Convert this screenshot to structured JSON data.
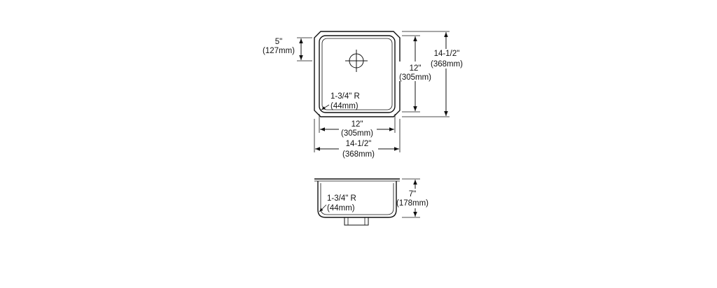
{
  "top_view": {
    "drain_offset": {
      "imperial": "5\"",
      "metric": "(127mm)"
    },
    "bowl_length": {
      "imperial": "12\"",
      "metric": "(305mm)"
    },
    "overall_length": {
      "imperial": "14-1/2\"",
      "metric": "(368mm)"
    },
    "corner_radius": {
      "imperial": "1-3/4\" R",
      "metric": "(44mm)"
    },
    "bowl_width": {
      "imperial": "12\"",
      "metric": "(305mm)"
    },
    "overall_width": {
      "imperial": "14-1/2\"",
      "metric": "(368mm)"
    }
  },
  "side_view": {
    "corner_radius": {
      "imperial": "1-3/4\" R",
      "metric": "(44mm)"
    },
    "depth": {
      "imperial": "7\"",
      "metric": "(178mm)"
    }
  }
}
